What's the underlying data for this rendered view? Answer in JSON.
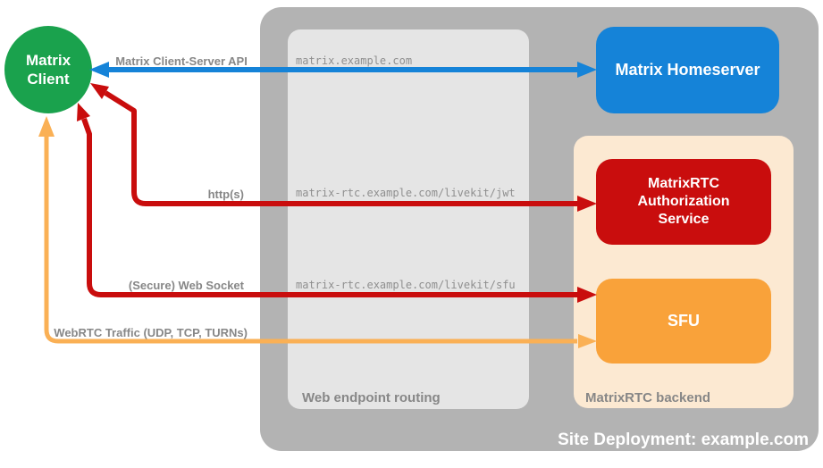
{
  "colors": {
    "green": "#1aa24d",
    "blue": "#1583d8",
    "red": "#c90d0d",
    "orange": "#f9a23a",
    "orange_light": "#fab055",
    "peach": "#fce9d2",
    "container_gray": "#b3b3b3",
    "panel_gray": "#e5e5e5",
    "label_gray": "#878787",
    "mono_gray": "#8f8f8f"
  },
  "client": {
    "label": "Matrix\nClient"
  },
  "homeserver": {
    "label": "Matrix Homeserver"
  },
  "auth_service": {
    "label": "MatrixRTC\nAuthorization\nService"
  },
  "sfu": {
    "label": "SFU"
  },
  "containers": {
    "site_deployment": {
      "label": "Site Deployment: example.com"
    },
    "web_endpoint_routing": {
      "label": "Web endpoint routing"
    },
    "matrixrtc_backend": {
      "label": "MatrixRTC backend"
    }
  },
  "connections": [
    {
      "label": "Matrix Client-Server API",
      "endpoint": "matrix.example.com",
      "from": "Matrix Client",
      "to": "Matrix Homeserver",
      "color": "#1583d8"
    },
    {
      "label": "http(s)",
      "endpoint": "matrix-rtc.example.com/livekit/jwt",
      "from": "Matrix Client",
      "to": "MatrixRTC Authorization Service",
      "color": "#c90d0d"
    },
    {
      "label": "(Secure) Web Socket",
      "endpoint": "matrix-rtc.example.com/livekit/sfu",
      "from": "Matrix Client",
      "to": "SFU",
      "color": "#c90d0d"
    },
    {
      "label": "WebRTC Traffic (UDP, TCP, TURNs)",
      "endpoint": "",
      "from": "Matrix Client",
      "to": "SFU",
      "color": "#fab055"
    }
  ]
}
